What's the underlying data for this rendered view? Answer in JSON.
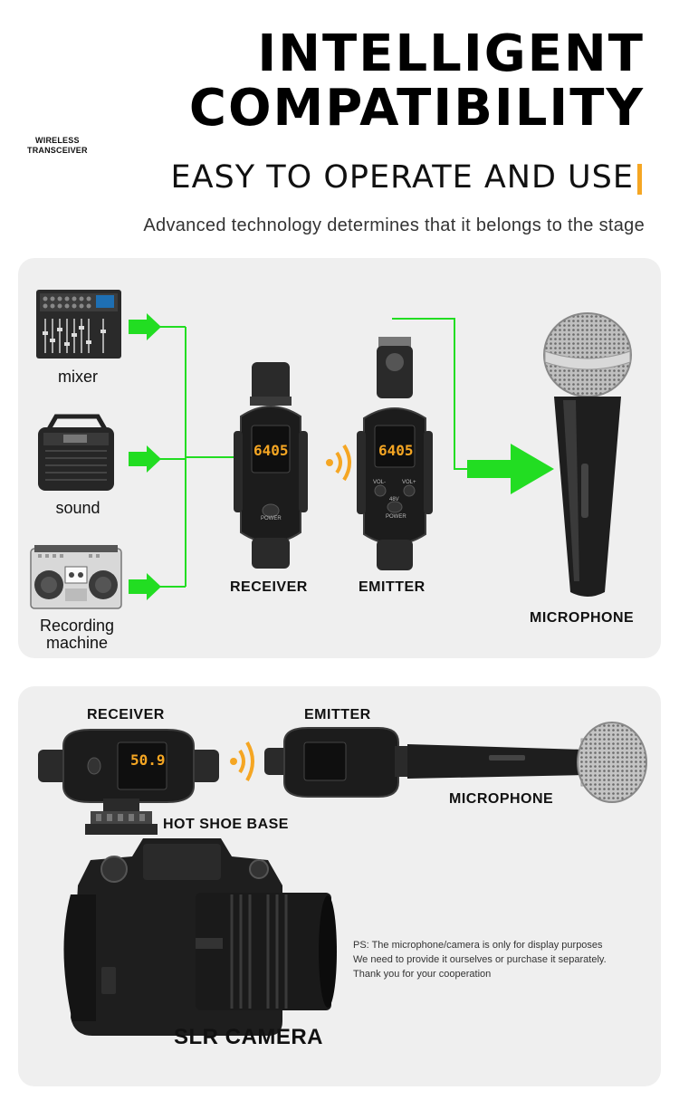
{
  "header": {
    "brand_line1": "WIRELESS",
    "brand_line2": "TRANSCEIVER",
    "title_line1": "INTELLIGENT",
    "title_line2": "COMPATIBILITY",
    "subtitle": "EASY TO OPERATE AND USE",
    "tagline": "Advanced technology determines that it belongs to the stage"
  },
  "colors": {
    "accent": "#f5a623",
    "green": "#22dd22",
    "panel": "#efefef",
    "device": "#1c1c1c"
  },
  "panel1": {
    "sources": [
      "mixer",
      "sound",
      "Recording machine"
    ],
    "receiver_label": "RECEIVER",
    "emitter_label": "EMITTER",
    "microphone_label": "MICROPHONE",
    "display_value": "6405",
    "power_label": "POWER",
    "vol_minus": "VOL-",
    "vol_plus": "VOL+",
    "phantom": "48V"
  },
  "panel2": {
    "receiver_label": "RECEIVER",
    "emitter_label": "EMITTER",
    "microphone_label": "MICROPHONE",
    "hotshoe_label": "HOT SHOE BASE",
    "camera_label": "SLR CAMERA",
    "camera_display": "50.9",
    "note_line1": "PS: The microphone/camera is only for display purposes",
    "note_line2": "We need to provide it ourselves or purchase it separately.",
    "note_line3": "Thank you for your cooperation"
  }
}
